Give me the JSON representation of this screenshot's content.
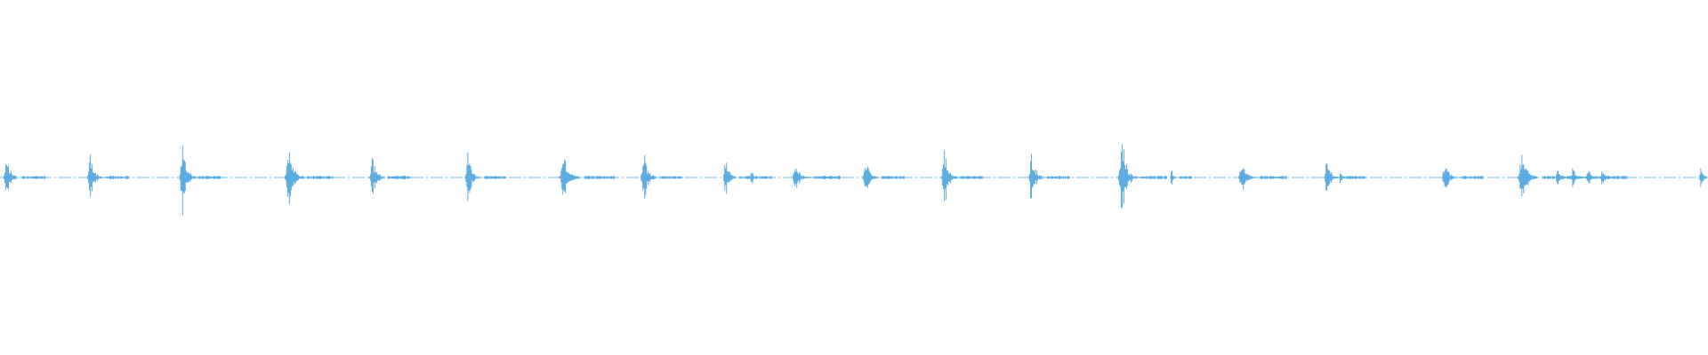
{
  "waveform": {
    "color": "#5dade2",
    "background": "#ffffff",
    "baseline_alpha": 0.85,
    "bursts": [
      {
        "t": 0.004,
        "amp": 0.13,
        "span": 0.006
      },
      {
        "t": 0.053,
        "amp": 0.15,
        "span": 0.006
      },
      {
        "t": 0.107,
        "amp": 0.24,
        "span": 0.006
      },
      {
        "t": 0.169,
        "amp": 0.24,
        "span": 0.007
      },
      {
        "t": 0.218,
        "amp": 0.17,
        "span": 0.006
      },
      {
        "t": 0.274,
        "amp": 0.18,
        "span": 0.006
      },
      {
        "t": 0.33,
        "amp": 0.15,
        "span": 0.008
      },
      {
        "t": 0.377,
        "amp": 0.18,
        "span": 0.006
      },
      {
        "t": 0.425,
        "amp": 0.15,
        "span": 0.005
      },
      {
        "t": 0.44,
        "amp": 0.07,
        "span": 0.002
      },
      {
        "t": 0.466,
        "amp": 0.1,
        "span": 0.007
      },
      {
        "t": 0.507,
        "amp": 0.14,
        "span": 0.006
      },
      {
        "t": 0.553,
        "amp": 0.23,
        "span": 0.006
      },
      {
        "t": 0.604,
        "amp": 0.17,
        "span": 0.006
      },
      {
        "t": 0.657,
        "amp": 0.27,
        "span": 0.007
      },
      {
        "t": 0.686,
        "amp": 0.05,
        "span": 0.003
      },
      {
        "t": 0.727,
        "amp": 0.11,
        "span": 0.007
      },
      {
        "t": 0.777,
        "amp": 0.11,
        "span": 0.006
      },
      {
        "t": 0.785,
        "amp": 0.05,
        "span": 0.002
      },
      {
        "t": 0.846,
        "amp": 0.11,
        "span": 0.006
      },
      {
        "t": 0.891,
        "amp": 0.17,
        "span": 0.008
      },
      {
        "t": 0.912,
        "amp": 0.08,
        "span": 0.004
      },
      {
        "t": 0.921,
        "amp": 0.08,
        "span": 0.004
      },
      {
        "t": 0.93,
        "amp": 0.08,
        "span": 0.004
      },
      {
        "t": 0.938,
        "amp": 0.07,
        "span": 0.004
      },
      {
        "t": 0.996,
        "amp": 0.08,
        "span": 0.004
      }
    ]
  }
}
